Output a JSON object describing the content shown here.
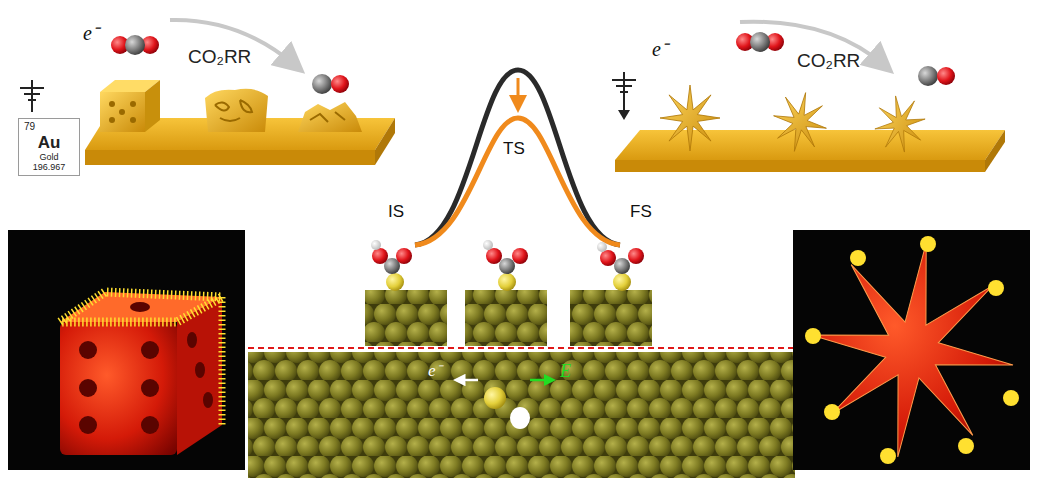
{
  "diagram": {
    "nodes": [
      {
        "text": [
          "79",
          "Au",
          "Gold",
          "196.967"
        ]
      }
    ],
    "labels": [
      "e⁻",
      "CO₂RR",
      "TS",
      "e⁻",
      "CO₂RR",
      "IS",
      "FS",
      "e⁻",
      "E"
    ]
  }
}
